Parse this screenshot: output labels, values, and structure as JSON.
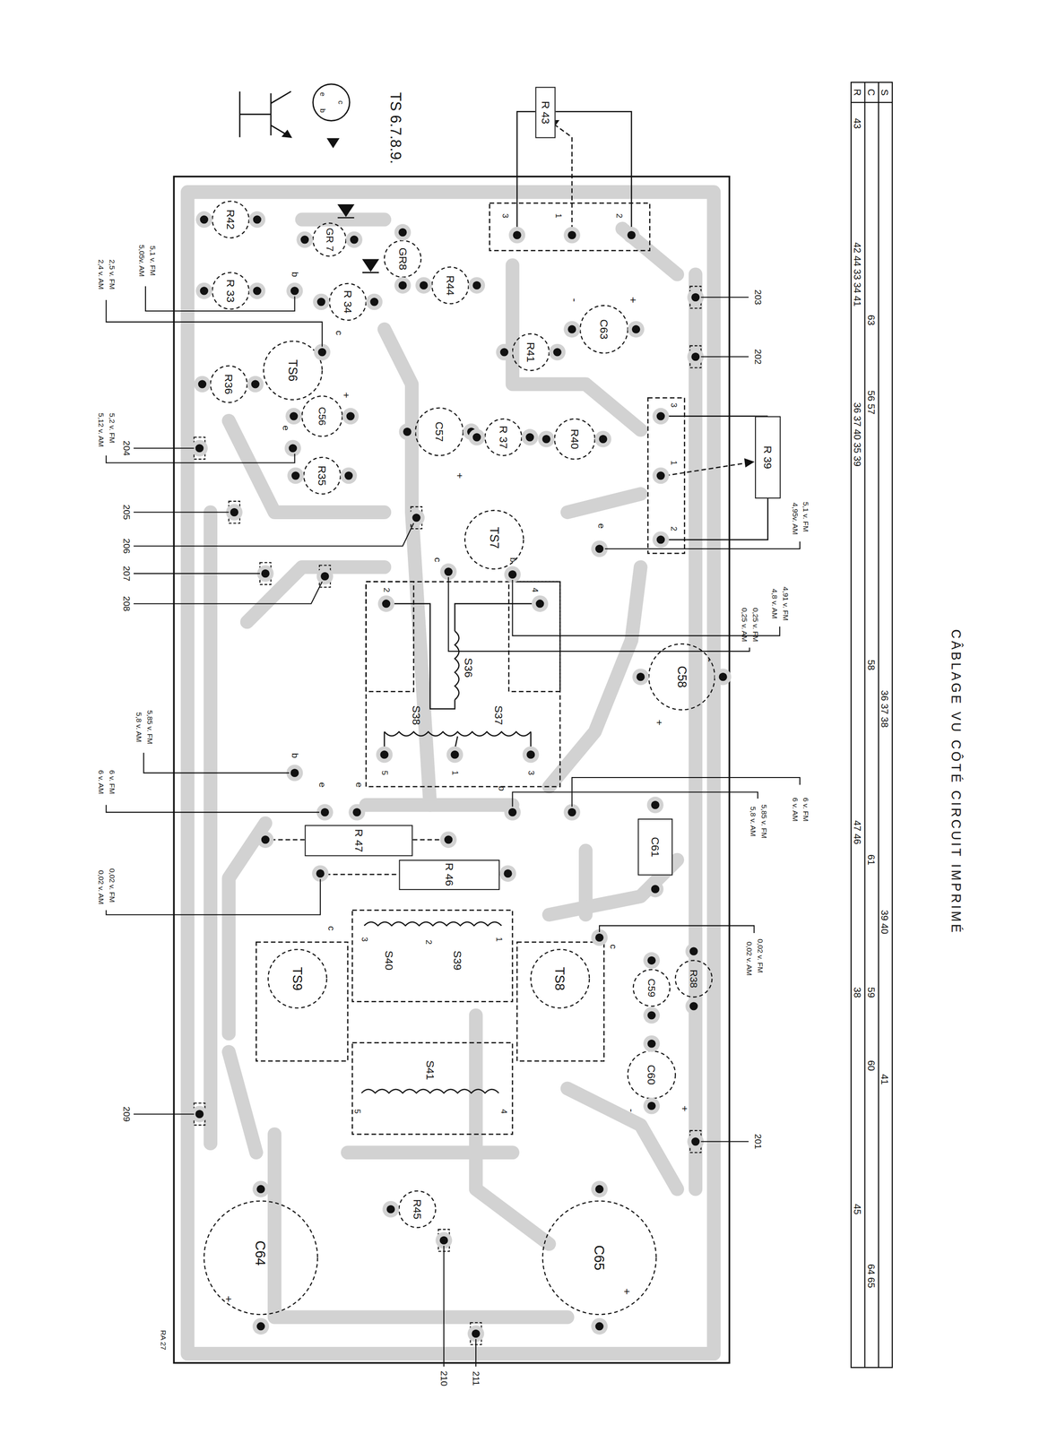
{
  "diagram": {
    "title": "CÂBLAGE VU CÔTÉ CIRCUIT IMPRIMÉ",
    "nodes": [
      {
        "text": [
          "R 43"
        ]
      },
      {
        "text": [
          "R 39"
        ]
      },
      {
        "text": [
          "R 47"
        ]
      },
      {
        "text": [
          "R 46"
        ]
      },
      {
        "text": [
          "C61"
        ]
      }
    ],
    "labels": [
      "TS 6.7.8.9.",
      "e",
      "b",
      "c",
      "S",
      "C",
      "R",
      "36 37 38",
      "39 40",
      "41",
      "63",
      "56 57",
      "58",
      "61",
      "59",
      "60",
      "64 65",
      "43",
      "42 44 33 34 41",
      "36 37 40 35 39",
      "47 46",
      "38",
      "45",
      "3",
      "1",
      "2",
      "203",
      "202",
      "3",
      "1",
      "2",
      "R42",
      "R 33",
      "GR 7",
      "GR8",
      "R44",
      "R 34",
      "C63",
      "-",
      "+",
      "R41",
      "R36",
      "TS6",
      "b",
      "c",
      "e",
      "C56",
      "+",
      "R35",
      "C57",
      "+",
      "R 37",
      "R40",
      "TS7",
      "b",
      "e",
      "c",
      "2",
      "4",
      "S36",
      "S38",
      "S37",
      "5",
      "1",
      "3",
      "C58",
      "+",
      "-",
      "204",
      "205",
      "206",
      "207",
      "208",
      "209",
      "201",
      "210",
      "211",
      "5,1 v. FM",
      "5,05v. AM",
      "2,5 v. FM",
      "2,4 v. AM",
      "5,2 v. FM",
      "5,12 v. AM",
      "5,85 v. FM",
      "5,8 v. AM",
      "6 v. FM",
      "6 v. AM",
      "0,02 v. FM",
      "0,02 v. AM",
      "5,1 v. FM",
      "4,95v. AM",
      "4,91 v. FM",
      "4,8 v. AM",
      "0,25 v. FM",
      "0,25 v. AM",
      "6 v. FM",
      "6 v. AM",
      "5,85 v. FM",
      "5,8 v. AM",
      "0,02 v. FM",
      "0,02 v. AM",
      "b",
      "e",
      "e",
      "b",
      "c",
      "c",
      "S40",
      "S39",
      "3",
      "2",
      "1",
      "TS9",
      "TS8",
      "C59",
      "R38",
      "C60",
      "+",
      "-",
      "S41",
      "5",
      "4",
      "R45",
      "C64",
      "+",
      "C65",
      "+",
      "RA 27"
    ]
  }
}
